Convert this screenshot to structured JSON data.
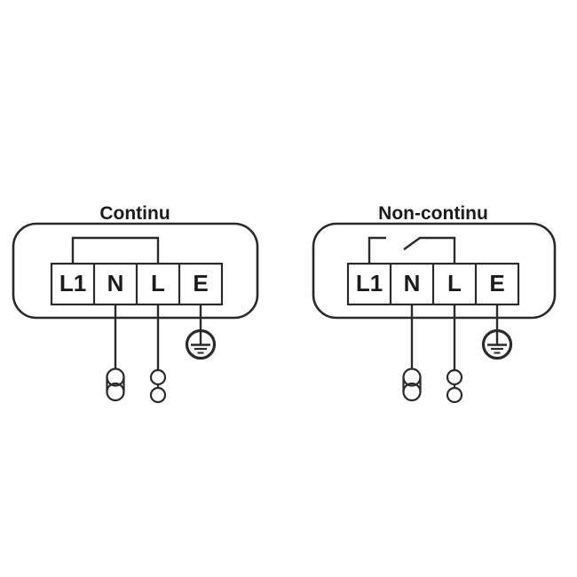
{
  "canvas": {
    "background_color": "#FFFFFF",
    "line_color": "#2B2A28",
    "text_color": "#1B1B1A"
  },
  "diagrams": [
    {
      "title": "Continu",
      "connection_type": "continuous-jumper-L1-to-L",
      "terminals": [
        {
          "label": "L1"
        },
        {
          "label": "N"
        },
        {
          "label": "L"
        },
        {
          "label": "E"
        }
      ],
      "icons": [
        "protective-earth-icon",
        "double-circle-capsule-connector",
        "two-circle-connector"
      ]
    },
    {
      "title": "Non-continu",
      "connection_type": "open-switch-jumper-L1-to-L",
      "terminals": [
        {
          "label": "L1"
        },
        {
          "label": "N"
        },
        {
          "label": "L"
        },
        {
          "label": "E"
        }
      ],
      "icons": [
        "protective-earth-icon",
        "double-circle-capsule-connector",
        "two-circle-connector"
      ]
    }
  ]
}
